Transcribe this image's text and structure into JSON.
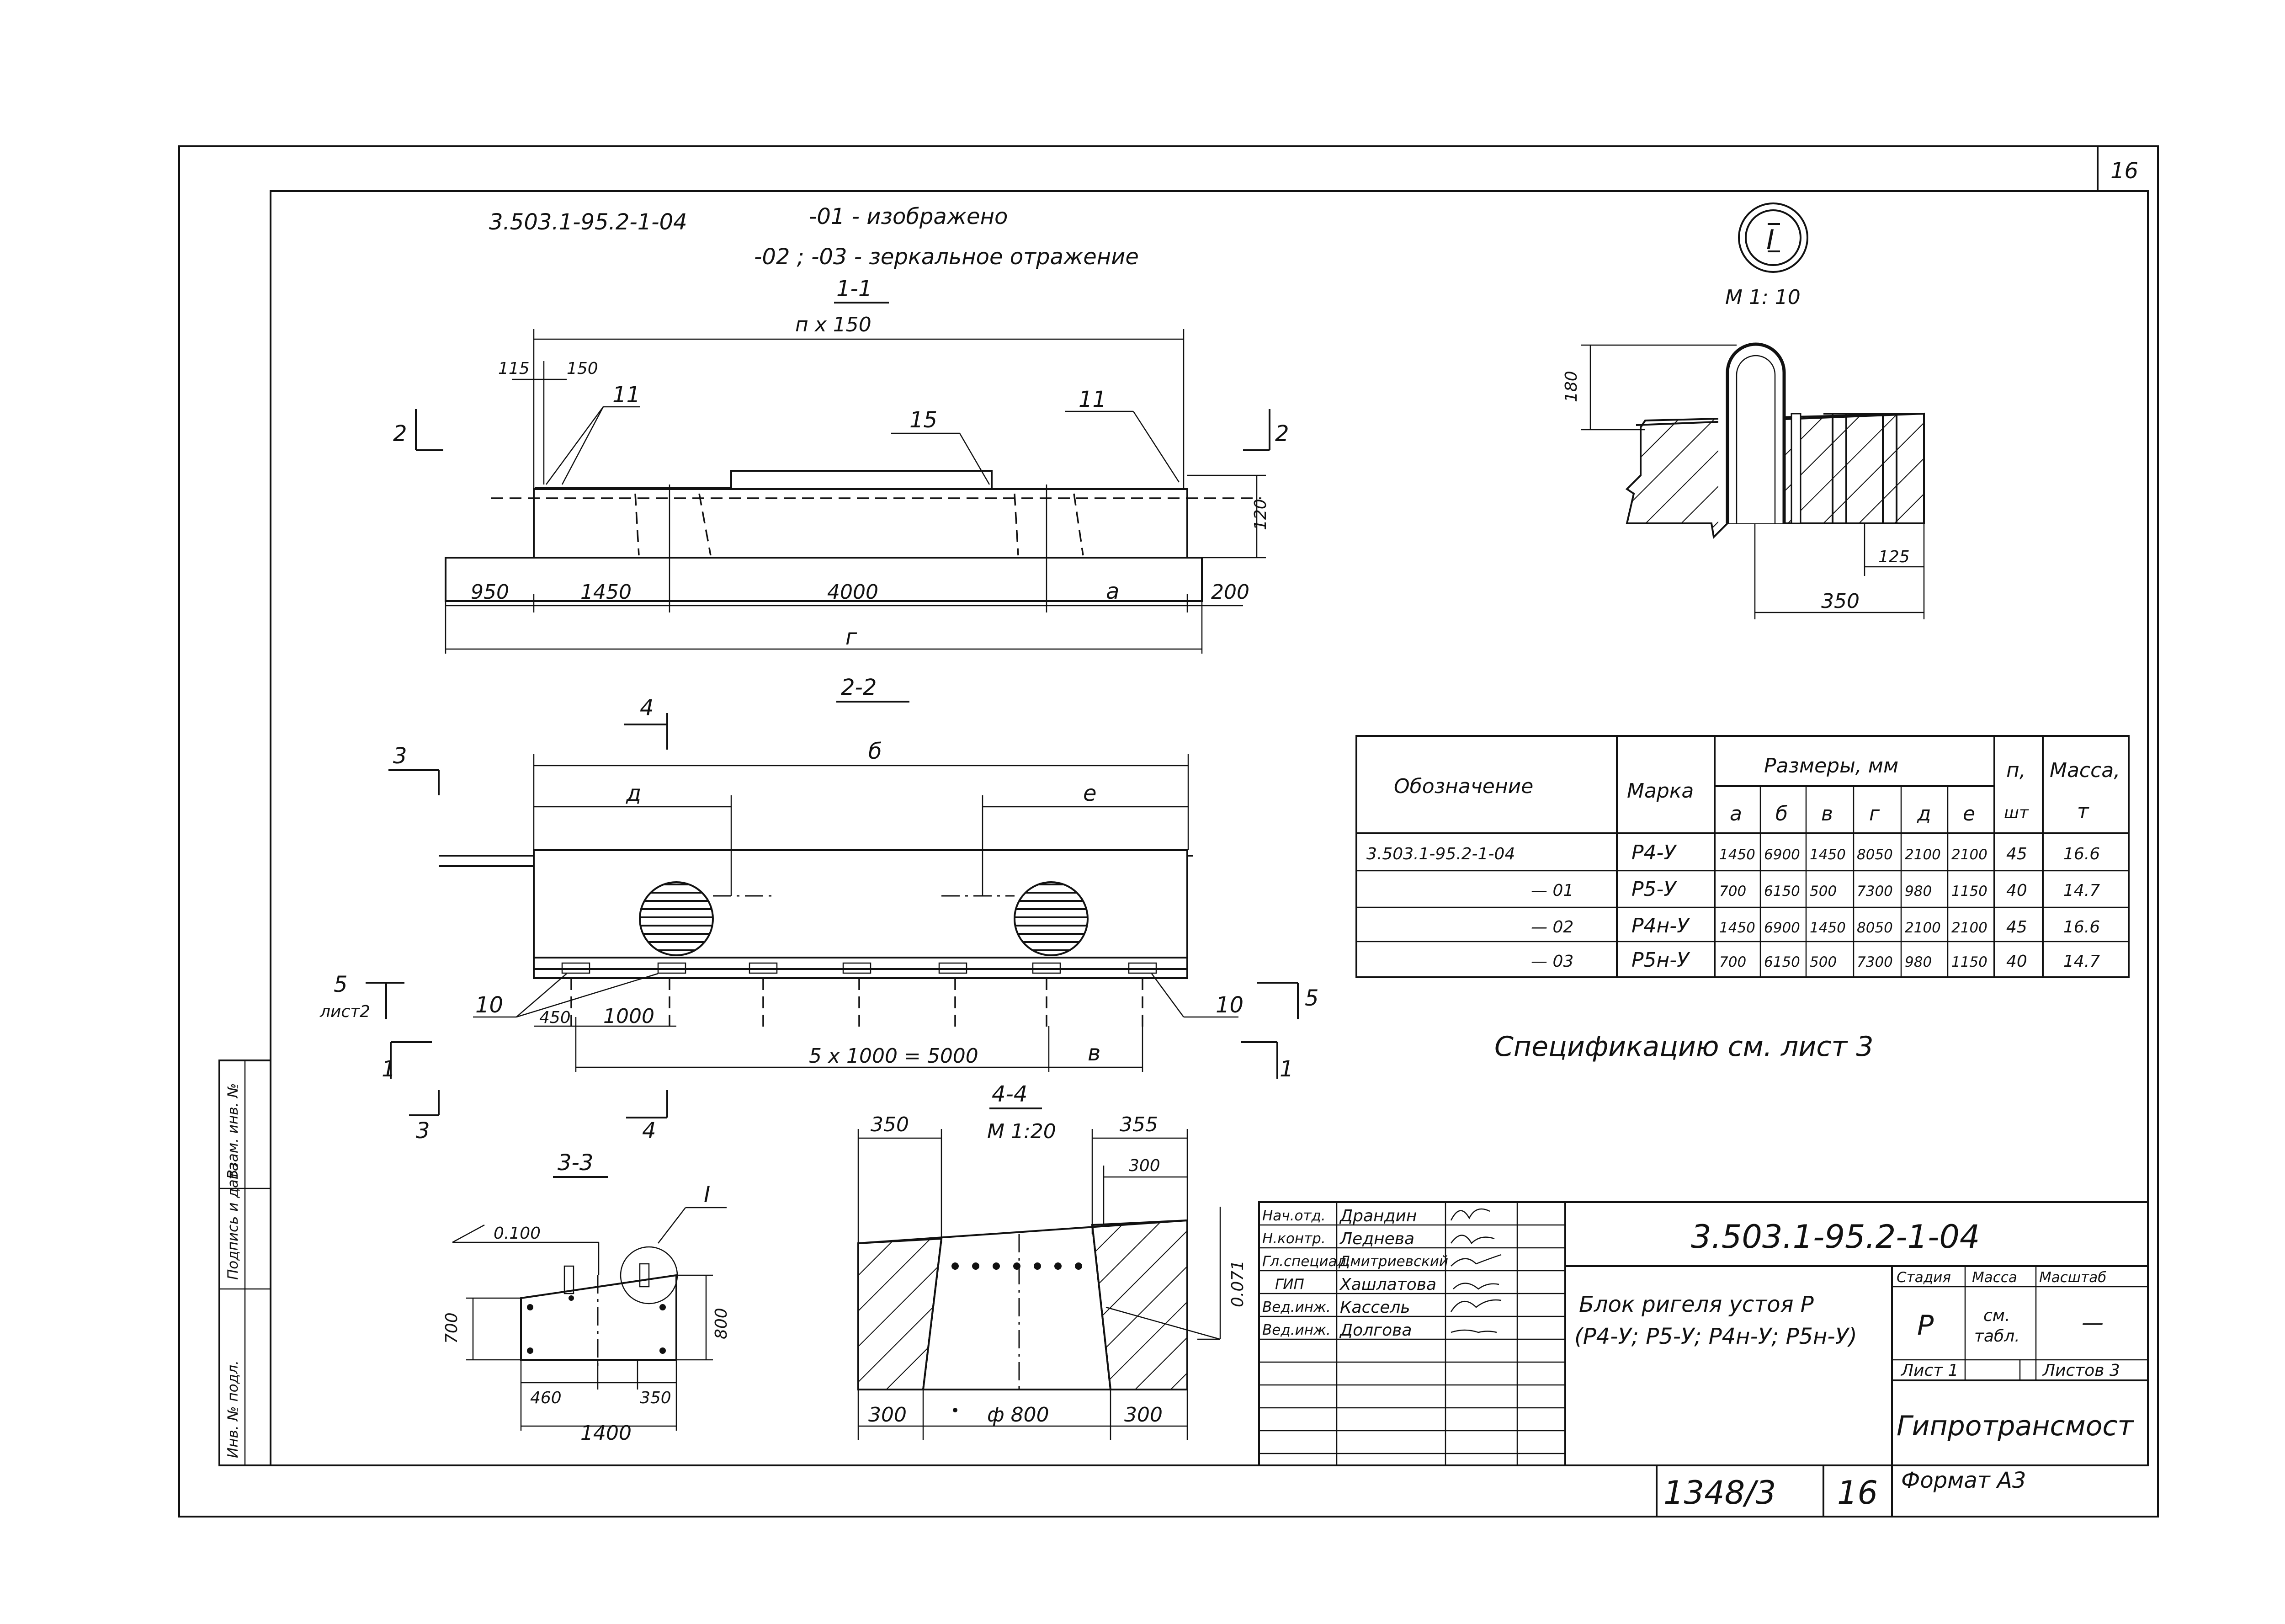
{
  "sheet": {
    "sheet_no": "16",
    "header_code": "3.503.1-95.2-1-04",
    "note_01": "-01 - изображено",
    "note_02": "-02 ; -03 - зеркальное отражение"
  },
  "section_1_1": {
    "title": "1-1",
    "top_dim": "п х 150",
    "d115": "115",
    "d150": "150",
    "pos11a": "11",
    "pos11b": "11",
    "pos15": "15",
    "cut_left": "2",
    "cut_right": "2",
    "d120": "120",
    "dims": [
      "950",
      "1450",
      "4000",
      "а",
      "200"
    ],
    "total": "г"
  },
  "section_2_2": {
    "title": "2-2",
    "cut4": "4",
    "cut3": "3",
    "top_b": "б",
    "top_d": "д",
    "top_e": "е",
    "cut5_left": "5",
    "cut5_sheet": "лист2",
    "pos10a": "10",
    "pos10b": "10",
    "cut5_right": "5",
    "d450": "450",
    "d1000": "1000",
    "d5000": "5 х 1000 = 5000",
    "d_v": "в",
    "cut1_left": "1",
    "cut1_right": "1",
    "cut3_bottom": "3",
    "cut4_bottom": "4"
  },
  "section_3_3": {
    "title": "3-3",
    "slope": "0.100",
    "node": "I",
    "d700": "700",
    "d800": "800",
    "d460": "460",
    "d350": "350",
    "d1400": "1400"
  },
  "section_4_4": {
    "title": "4-4",
    "scale": "М 1:20",
    "d350": "350",
    "d355": "355",
    "d300top": "300",
    "slope": "0.071",
    "d300l": "300",
    "dia": "ф 800",
    "d300r": "300"
  },
  "node_I": {
    "label": "I",
    "scale": "М 1: 10",
    "d180": "180",
    "d125": "125",
    "d350": "350"
  },
  "table": {
    "h_designation": "Обозначение",
    "h_mark": "Марка",
    "h_sizes": "Размеры, мм",
    "h_n": "п,",
    "h_n_unit": "шт",
    "h_mass": "Масса,",
    "h_mass_unit": "т",
    "size_cols": [
      "а",
      "б",
      "в",
      "г",
      "д",
      "е"
    ],
    "rows": [
      {
        "des": "3.503.1-95.2-1-04",
        "mark": "Р4-У",
        "a": "1450",
        "b": "6900",
        "v": "1450",
        "g": "8050",
        "d": "2100",
        "e": "2100",
        "n": "45",
        "m": "16.6"
      },
      {
        "des": "— 01",
        "mark": "Р5-У",
        "a": "700",
        "b": "6150",
        "v": "500",
        "g": "7300",
        "d": "980",
        "e": "1150",
        "n": "40",
        "m": "14.7"
      },
      {
        "des": "— 02",
        "mark": "Р4н-У",
        "a": "1450",
        "b": "6900",
        "v": "1450",
        "g": "8050",
        "d": "2100",
        "e": "2100",
        "n": "45",
        "m": "16.6"
      },
      {
        "des": "— 03",
        "mark": "Р5н-У",
        "a": "700",
        "b": "6150",
        "v": "500",
        "g": "7300",
        "d": "980",
        "e": "1150",
        "n": "40",
        "m": "14.7"
      }
    ],
    "spec_note": "Спецификацию см. лист 3"
  },
  "stamp": {
    "roles": [
      "Нач.отд.",
      "Н.контр.",
      "Гл.специал.",
      "ГИП",
      "Вед.инж.",
      "Вед.инж."
    ],
    "names": [
      "Драндин",
      "Леднева",
      "Дмитриевский",
      "Хашлатова",
      "Кассель",
      "Долгова"
    ],
    "code": "3.503.1-95.2-1-04",
    "title_l1": "Блок ригеля устоя Р",
    "title_l2": "(Р4-У; Р5-У; Р4н-У; Р5н-У)",
    "h_stage": "Стадия",
    "h_mass": "Масса",
    "h_scale": "Масштаб",
    "stage": "Р",
    "mass_l1": "см.",
    "mass_l2": "табл.",
    "scale_val": "—",
    "sheet": "Лист 1",
    "sheets": "Листов 3",
    "org": "Гипротрансмост",
    "archive": "1348/3",
    "archive_sheet": "16",
    "format": "Формат А3"
  },
  "side_stamp": [
    "Инв. № подл.",
    "Подпись и дата",
    "Взам. инв. №"
  ]
}
